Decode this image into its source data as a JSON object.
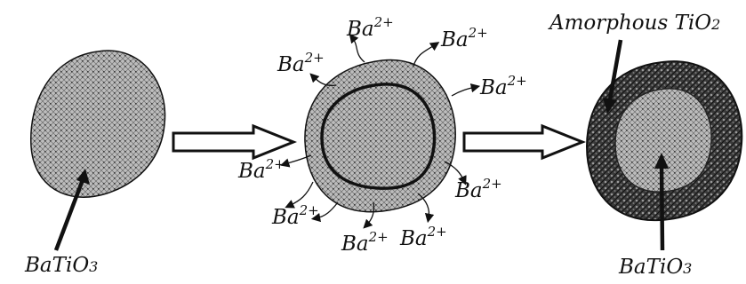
{
  "labels": {
    "batio3_left": {
      "main": "BaTi",
      "o": "O",
      "sub": "3"
    },
    "batio3_right": {
      "main": "BaTi",
      "o": "O",
      "sub": "3"
    },
    "amorphous": {
      "main": "Amorphous TiO",
      "sub": "2"
    }
  },
  "ion": {
    "base": "Ba",
    "charge": "2+"
  },
  "ion_count": 10,
  "colors": {
    "ink": "#111111",
    "particle_fill": "#b8b8b8",
    "shell": "#2a2a2a",
    "background": "#ffffff"
  },
  "icons": [
    "leach-arrow-icon",
    "reaction-arrow-icon",
    "pointer-arrow-icon"
  ]
}
